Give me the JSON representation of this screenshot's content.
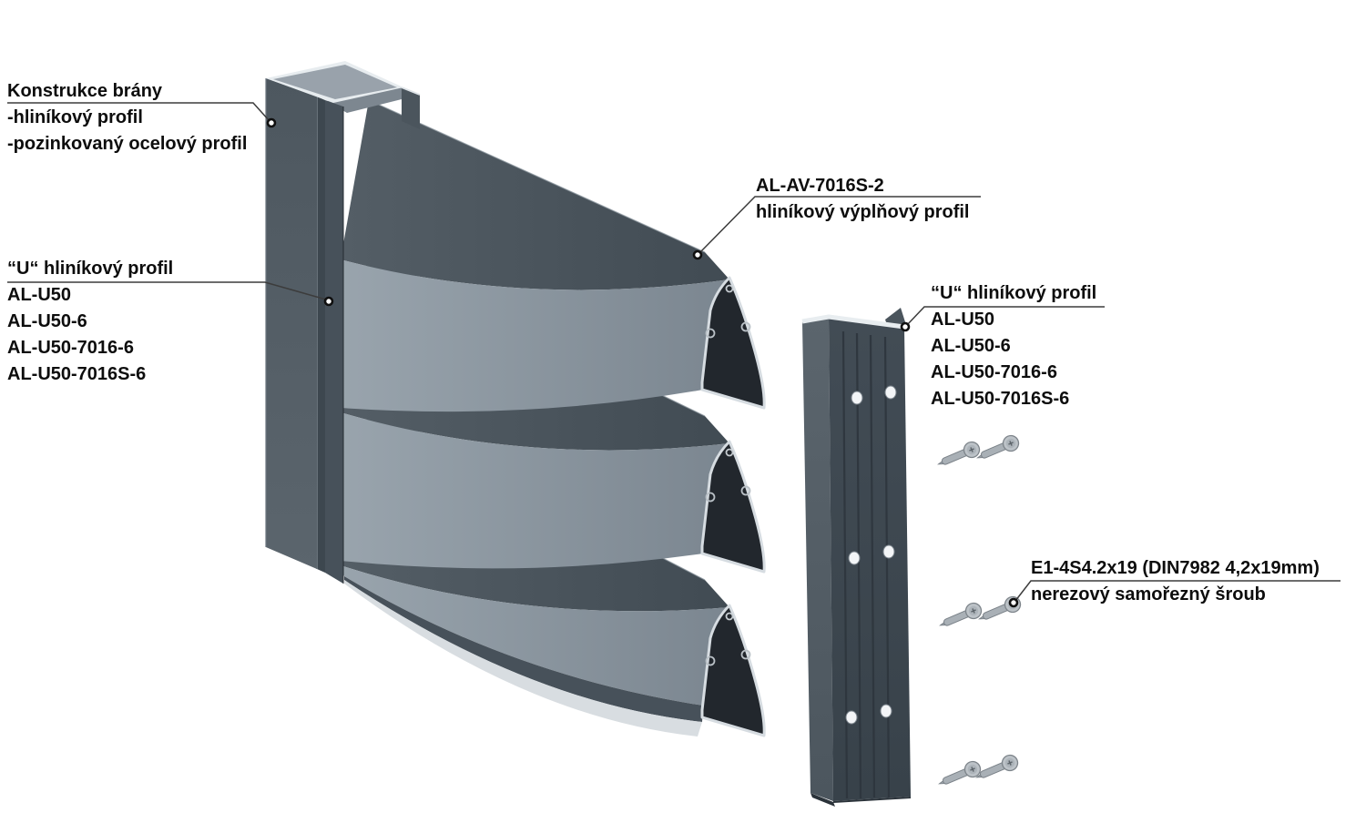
{
  "diagram": {
    "background": "#ffffff",
    "labels": {
      "gate_construction": {
        "title": "Konstrukce brány",
        "lines": [
          "-hliníkový profil",
          "-pozinkovaný ocelový profil"
        ]
      },
      "u_profile_left": {
        "title": "“U“ hliníkový profil",
        "lines": [
          "AL-U50",
          "AL-U50-6",
          "AL-U50-7016-6",
          "AL-U50-7016S-6"
        ]
      },
      "infill_profile": {
        "title": "AL-AV-7016S-2",
        "lines": [
          "hliníkový výplňový profil"
        ]
      },
      "u_profile_right": {
        "title": "“U“ hliníkový profil",
        "lines": [
          "AL-U50",
          "AL-U50-6",
          "AL-U50-7016-6",
          "AL-U50-7016S-6"
        ]
      },
      "screw": {
        "title": "E1-4S4.2x19 (DIN7982 4,2x19mm)",
        "lines": [
          "nerezový samořezný šroub"
        ]
      }
    },
    "colors": {
      "post_face": "#4e5860",
      "louver_dark": "#49535b",
      "louver_light": "#8f9ba5",
      "section_interior": "#22272d",
      "edge_highlight": "#d8dde2",
      "right_profile_front": "#3e4851",
      "screw_metal": "#b5bcc1",
      "leader_line": "#3c3c3c",
      "text": "#0d0d0d"
    }
  }
}
